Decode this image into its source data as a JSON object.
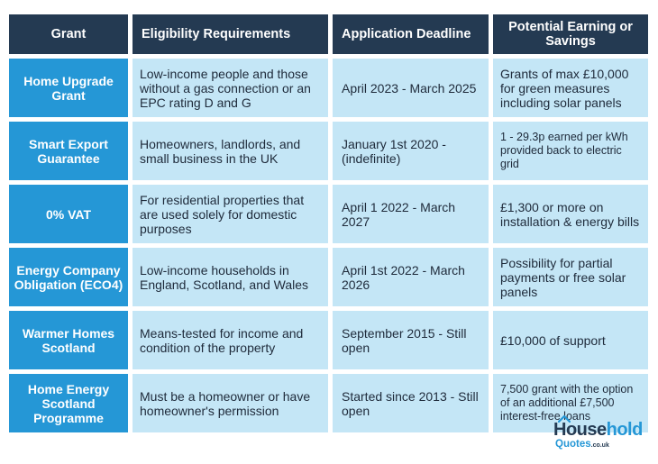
{
  "table": {
    "headers": [
      "Grant",
      "Eligibility Requirements",
      "Application Deadline",
      "Potential Earning or Savings"
    ],
    "rows": [
      {
        "grant": "Home Upgrade Grant",
        "eligibility": "Low-income people and those without a gas connection or an EPC rating D and G",
        "deadline": "April 2023 - March 2025",
        "savings": "Grants of max £10,000 for green measures including solar panels"
      },
      {
        "grant": "Smart Export Guarantee",
        "eligibility": "Homeowners, landlords, and small business in the UK",
        "deadline": "January 1st 2020 - (indefinite)",
        "savings": "1 - 29.3p earned per kWh provided back to electric grid"
      },
      {
        "grant": "0% VAT",
        "eligibility": "For residential properties that are used solely for domestic purposes",
        "deadline": "April 1 2022 - March 2027",
        "savings": "£1,300 or more on installation & energy bills"
      },
      {
        "grant": "Energy Company Obligation (ECO4)",
        "eligibility": "Low-income households in England, Scotland, and Wales",
        "deadline": "April 1st 2022 - March 2026",
        "savings": "Possibility for partial payments or free solar panels"
      },
      {
        "grant": "Warmer Homes Scotland",
        "eligibility": "Means-tested for income and condition of the property",
        "deadline": "September 2015 - Still open",
        "savings": "£10,000 of support"
      },
      {
        "grant": "Home Energy Scotland Programme",
        "eligibility": "Must be a homeowner or have homeowner's permission",
        "deadline": "Started since 2013 - Still open",
        "savings": "7,500 grant with the option of an additional £7,500 interest-free loans"
      }
    ]
  },
  "logo": {
    "part1": "House",
    "part2": "hold",
    "part3": "Quotes",
    "tld": ".co.uk",
    "icon": "house-roof-icon"
  },
  "colors": {
    "header_bg": "#243a52",
    "grant_bg": "#2597d6",
    "cell_bg": "#c4e6f6"
  }
}
